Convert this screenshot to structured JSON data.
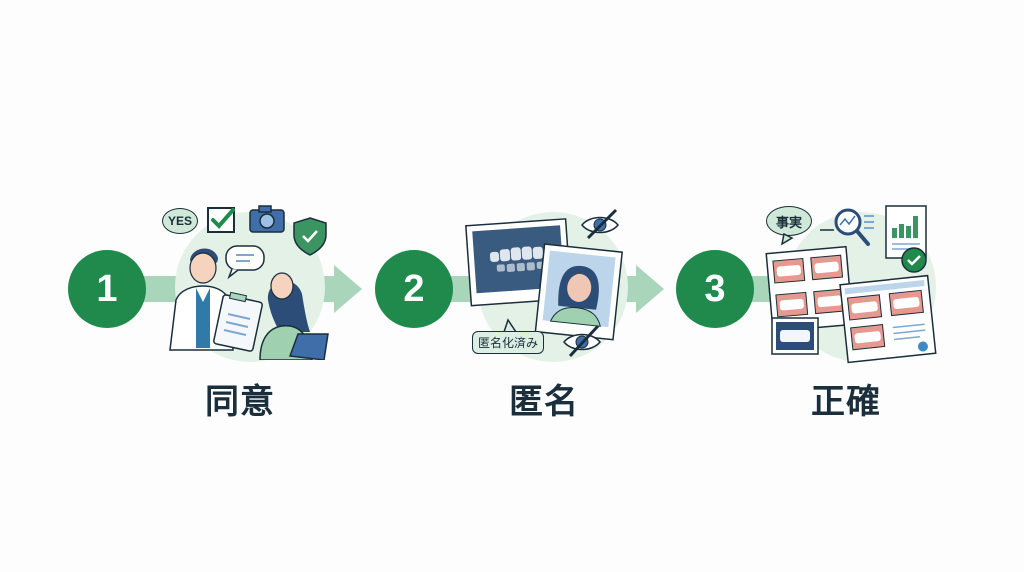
{
  "steps": [
    {
      "number": "1",
      "label": "同意",
      "illustration": "doctor-explaining-consent-form-to-patient",
      "icons": [
        "yes-speech-bubble",
        "checkbox-check-icon",
        "camera-icon",
        "shield-check-icon",
        "speech-bubble-icon"
      ],
      "yes_text": "YES"
    },
    {
      "number": "2",
      "label": "匿名",
      "illustration": "anonymized-dental-and-face-photos",
      "icons": [
        "dental-xray-photo",
        "blurred-face-photo",
        "eye-slash-icon",
        "eye-slash-icon"
      ],
      "tag_text": "匿名化済み"
    },
    {
      "number": "3",
      "label": "正確",
      "illustration": "accurate-before-after-dental-records",
      "icons": [
        "fact-speech-bubble",
        "magnifier-chart-icon",
        "bar-chart-report-icon",
        "check-circle-icon"
      ],
      "fact_text": "事実"
    }
  ],
  "colors": {
    "step_circle": "#1f8a4c",
    "connector": "#a9d5bb",
    "label_text": "#1a2e3b",
    "blob": "#e3f1e7",
    "navy": "#2c4d77",
    "gum": "#e6998f"
  }
}
